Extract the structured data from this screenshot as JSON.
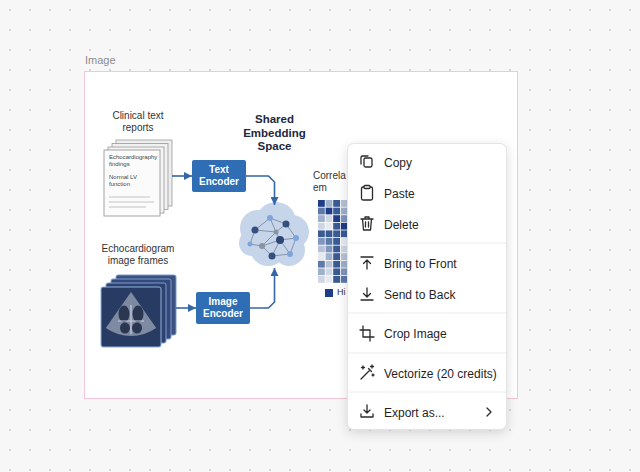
{
  "diagram": {
    "nodes": [
      {
        "text": [
          "Image"
        ]
      },
      {
        "text": [
          "Clinical text reports",
          "Echocardiography findings",
          "Normal LV function"
        ],
        "in": 0
      },
      {
        "text": [
          "Text Encoder"
        ],
        "in": 0
      },
      {
        "text": [
          "Shared Embedding Space"
        ],
        "in": 0
      },
      {
        "text": [
          "Echocardiogram image frames"
        ],
        "in": 0
      },
      {
        "text": [
          "Image Encoder"
        ],
        "in": 0
      },
      {
        "text": [
          "Correla em"
        ],
        "in": 0
      },
      {
        "text": [
          "Copy",
          "Paste",
          "Delete",
          "Bring to Front",
          "Send to Back",
          "Crop Image",
          "Vectorize (20 credits)",
          "Export as..."
        ]
      }
    ],
    "edges": [
      {
        "from": 1,
        "to": 2,
        "arrow": "to"
      },
      {
        "from": 4,
        "to": 5,
        "arrow": "to"
      },
      {
        "from": 2,
        "to": 3,
        "arrow": "to"
      },
      {
        "from": 5,
        "to": 3,
        "arrow": "to"
      }
    ],
    "legend": [
      {
        "text": "Hi",
        "color": "#1f3c88"
      }
    ]
  }
}
